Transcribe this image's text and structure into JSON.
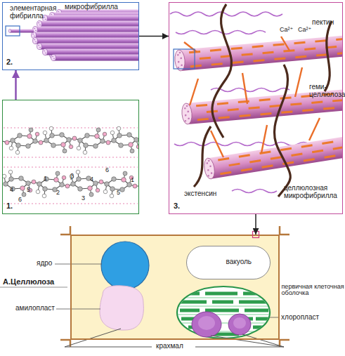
{
  "diagram": {
    "nodes": [
      {
        "text": [
          "2."
        ]
      },
      {
        "text": [
          "3."
        ]
      },
      {
        "text": [
          "1."
        ]
      },
      {
        "text": [
          "первичная клеточная оболочка"
        ]
      },
      {
        "text": [
          "вакуоль"
        ],
        "in": 3
      }
    ],
    "edges": [
      {
        "from": 2,
        "to": 0,
        "arrow": "to"
      },
      {
        "from": 0,
        "to": 1,
        "arrow": "to"
      },
      {
        "from": 1,
        "to": 3,
        "arrow": "to"
      }
    ],
    "labels": [
      "элементарная фибрилла",
      "микрофибрилла",
      "пектин",
      "Ca²⁺",
      "Ca²⁺",
      "геми- целлюлоза",
      "экстенсин",
      "целлюлозная микрофибрилла",
      "4",
      "6",
      "5",
      "1",
      "2",
      "β",
      "3",
      "4",
      "6",
      "5",
      "1",
      "ядро",
      "А.Целлюлоза",
      "амилопласт",
      "хлоропласт",
      "крахмал"
    ]
  }
}
